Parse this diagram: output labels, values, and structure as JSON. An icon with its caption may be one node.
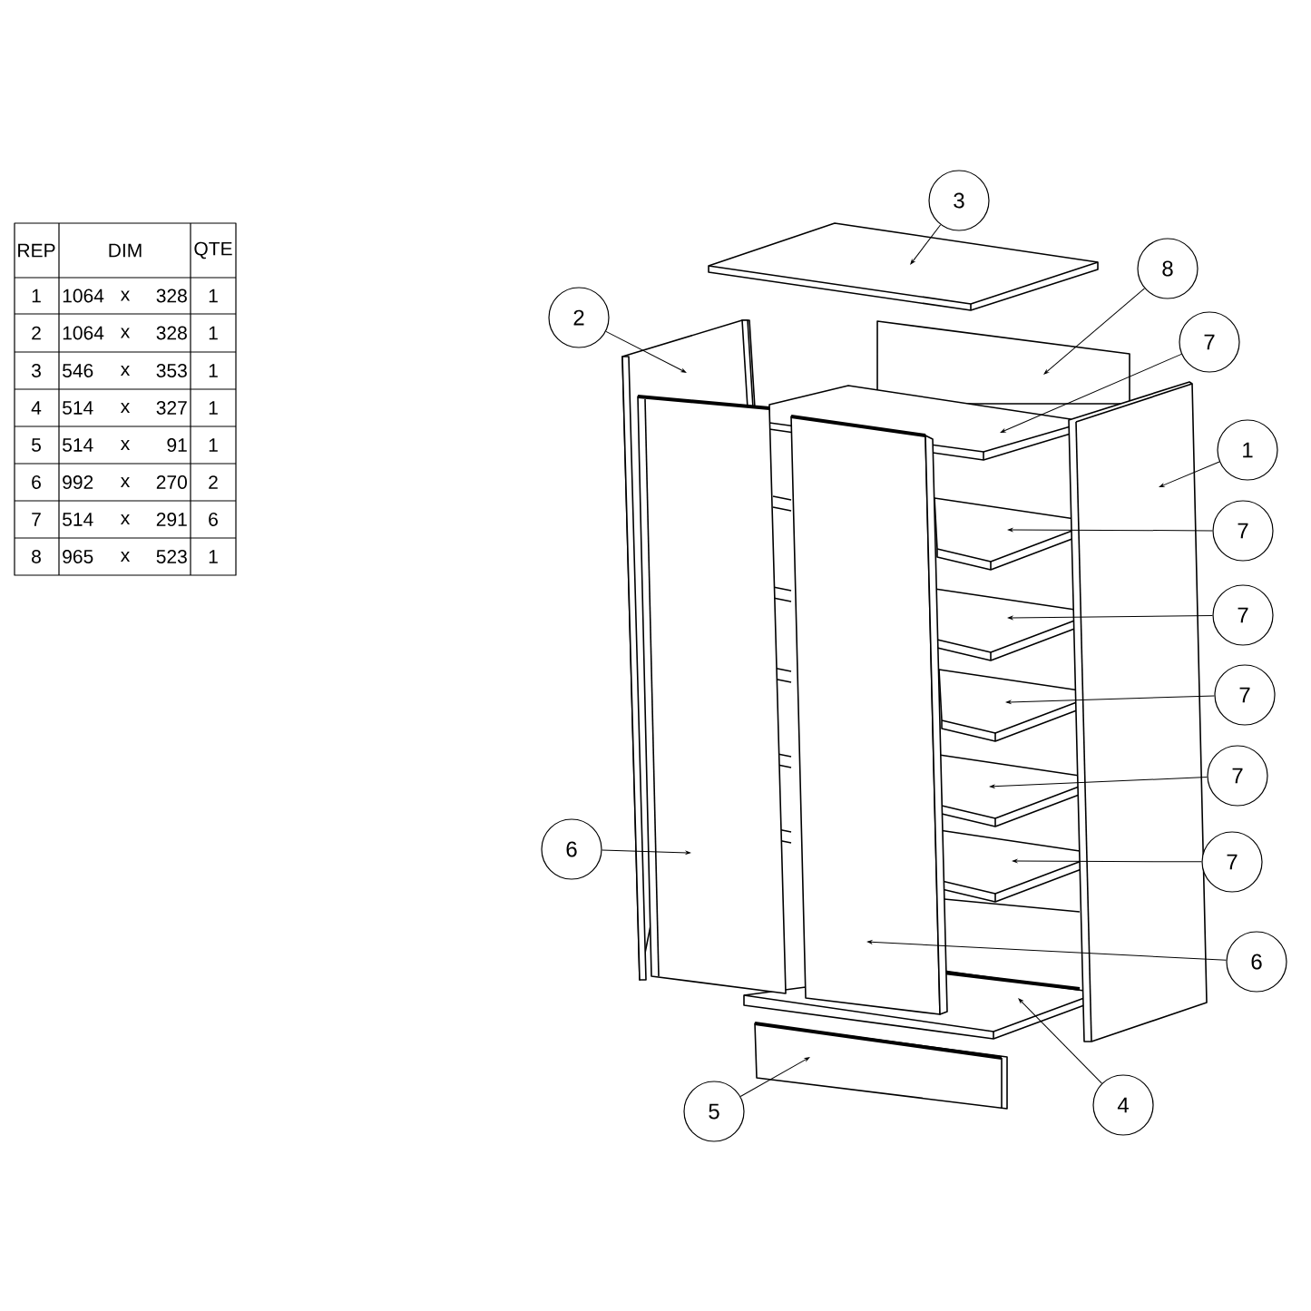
{
  "diagram": {
    "nodes": [
      {
        "text": [
          "3"
        ]
      },
      {
        "text": [
          "8"
        ]
      },
      {
        "text": [
          "2"
        ]
      },
      {
        "text": [
          "7"
        ]
      },
      {
        "text": [
          "1"
        ]
      },
      {
        "text": [
          "7"
        ]
      },
      {
        "text": [
          "7"
        ]
      },
      {
        "text": [
          "7"
        ]
      },
      {
        "text": [
          "6"
        ]
      },
      {
        "text": [
          "7"
        ]
      },
      {
        "text": [
          "7"
        ]
      },
      {
        "text": [
          "6"
        ]
      },
      {
        "text": [
          "4"
        ]
      },
      {
        "text": [
          "5"
        ]
      }
    ],
    "edges": [
      {
        "from": 0,
        "to": null,
        "arrow": "to"
      },
      {
        "from": 1,
        "to": null,
        "arrow": "to"
      },
      {
        "from": 2,
        "to": null,
        "arrow": "to"
      },
      {
        "from": 3,
        "to": null,
        "arrow": "to"
      },
      {
        "from": 4,
        "to": null,
        "arrow": "to"
      },
      {
        "from": 5,
        "to": null,
        "arrow": "to"
      },
      {
        "from": 6,
        "to": null,
        "arrow": "to"
      },
      {
        "from": 7,
        "to": null,
        "arrow": "to"
      },
      {
        "from": 8,
        "to": null,
        "arrow": "to"
      },
      {
        "from": 9,
        "to": null,
        "arrow": "to"
      },
      {
        "from": 10,
        "to": null,
        "arrow": "to"
      },
      {
        "from": 11,
        "to": null,
        "arrow": "to"
      },
      {
        "from": 12,
        "to": null,
        "arrow": "to"
      },
      {
        "from": 13,
        "to": null,
        "arrow": "to"
      }
    ],
    "labels": [
      "REP",
      "DIM",
      "QTE",
      "1",
      "1064",
      "x",
      "328",
      "1",
      "2",
      "1064",
      "x",
      "328",
      "1",
      "3",
      "546",
      "x",
      "353",
      "1",
      "4",
      "514",
      "x",
      "327",
      "1",
      "5",
      "514",
      "x",
      "91",
      "1",
      "6",
      "992",
      "x",
      "270",
      "2",
      "7",
      "514",
      "x",
      "291",
      "6",
      "8",
      "965",
      "x",
      "523",
      "1"
    ]
  }
}
